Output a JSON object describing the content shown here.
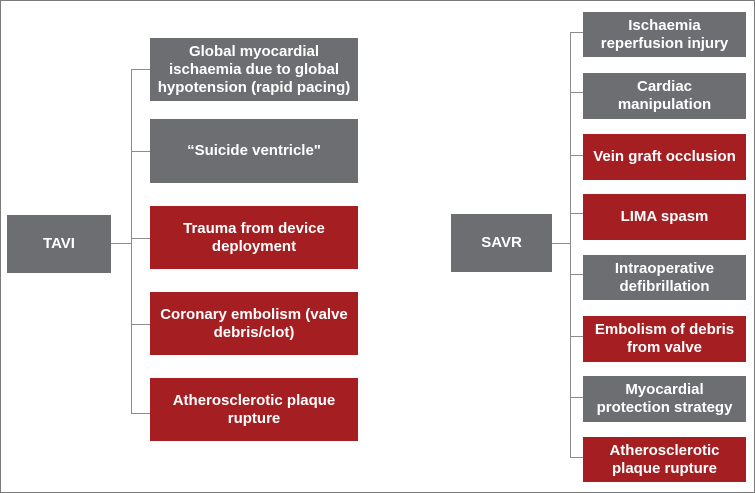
{
  "tavi": {
    "label": "TAVI",
    "causes": [
      {
        "text": "Global myocardial ischaemia due to global hypotension (rapid pacing)",
        "color": "#6d6e71"
      },
      {
        "text": "“Suicide ventricle\"",
        "color": "#6d6e71"
      },
      {
        "text": "Trauma from device deployment",
        "color": "#a51f22"
      },
      {
        "text": "Coronary embolism (valve debris/clot)",
        "color": "#a51f22"
      },
      {
        "text": "Atherosclerotic plaque rupture",
        "color": "#a51f22"
      }
    ]
  },
  "savr": {
    "label": "SAVR",
    "causes": [
      {
        "text": "Ischaemia reperfusion injury",
        "color": "#6d6e71"
      },
      {
        "text": "Cardiac manipulation",
        "color": "#6d6e71"
      },
      {
        "text": "Vein graft occlusion",
        "color": "#a51f22"
      },
      {
        "text": "LIMA spasm",
        "color": "#a51f22"
      },
      {
        "text": "Intraoperative defibrillation",
        "color": "#6d6e71"
      },
      {
        "text": "Embolism of debris from valve",
        "color": "#a51f22"
      },
      {
        "text": "Myocardial protection strategy",
        "color": "#6d6e71"
      },
      {
        "text": "Atherosclerotic plaque rupture",
        "color": "#a51f22"
      }
    ]
  },
  "colors": {
    "mechanism_gray": "#6d6e71",
    "mechanism_red": "#a51f22",
    "connector": "#8c8c8c"
  }
}
